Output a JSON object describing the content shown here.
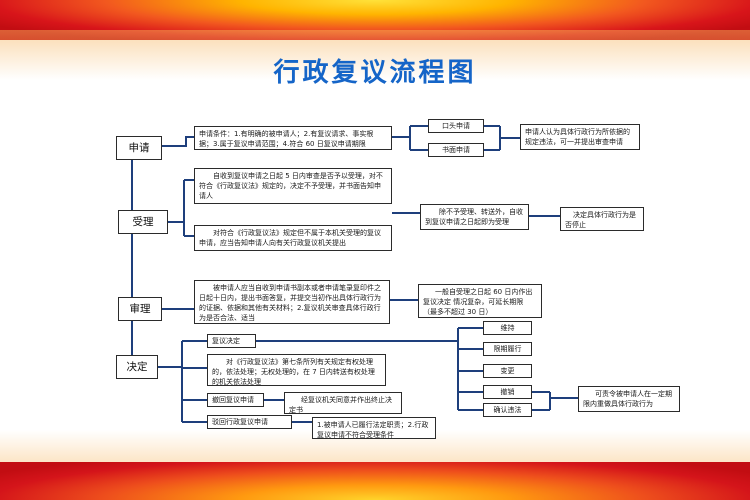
{
  "title": "行政复议流程图",
  "stages": {
    "apply": "申请",
    "accept": "受理",
    "review": "审理",
    "decide": "决定"
  },
  "apply": {
    "conditions": "申请条件：1.有明确的被申请人；2.有复议请求、事实根据；3.属于复议申请范围；4.符合 60 日复议申请期限",
    "oral": "口头申请",
    "written": "书面申请",
    "right": "申请人认为具体行政行为所依据的规定违法，可一并提出审查申请"
  },
  "accept": {
    "top": "自收到复议申请之日起 5 日内审查是否予以受理，对不符合《行政复议法》规定的，决定不予受理，并书面告知申请人",
    "bottom": "对符合《行政复议法》规定但不属于本机关受理的复议申请，应当告知申请人向有关行政复议机关提出",
    "mid": "除不予受理、转送外，自收到复议申请之日起即为受理",
    "right": "决定具体行政行为是否停止"
  },
  "review": {
    "main": "被申请人应当自收到申请书副本或者申请笔录复印件之日起十日内，提出书面答复，并提交当初作出具体行政行为的证据、依据和其他有关材料；2.复议机关审查具体行政行为是否合法、适当",
    "right": "一般自受理之日起 60 日内作出复议决定 情况复杂，可延长期限（最多不超过 30 日）"
  },
  "decide": {
    "decision": "复议决定",
    "handle": "对《行政复议法》第七条所列有关规定有权处理的，依法处理；无权处理的，在 7 日内转送有权处理的机关依法处理",
    "withdraw": "撤回复议申请",
    "withdraw_note": "经复议机关同意并作出终止决定书",
    "appeal": "驳回行政复议申请",
    "appeal_note": "1.被申请人已履行法定职责；2.行政复议申请不符合受理条件",
    "outcomes": [
      "维持",
      "限期履行",
      "变更",
      "撤销",
      "确认违法"
    ],
    "order": "可责令被申请人在一定期限内重做具体行政行为"
  }
}
